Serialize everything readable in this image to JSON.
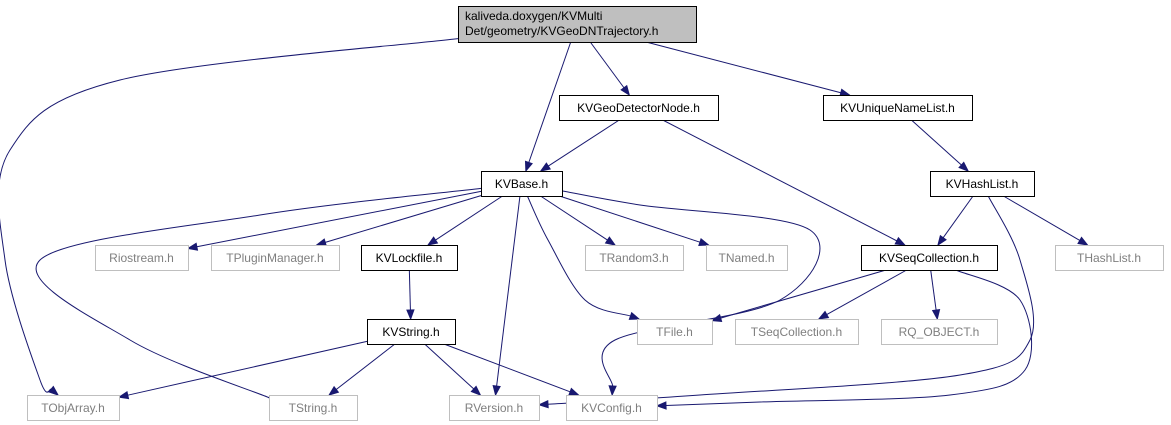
{
  "graph": {
    "nodes": [
      {
        "id": "root",
        "lines": [
          "kaliveda.doxygen/KVMulti",
          "Det/geometry/KVGeoDNTrajectory.h"
        ],
        "style": "root"
      },
      {
        "id": "geodet",
        "lines": [
          "KVGeoDetectorNode.h"
        ],
        "style": "documented"
      },
      {
        "id": "uniq",
        "lines": [
          "KVUniqueNameList.h"
        ],
        "style": "documented"
      },
      {
        "id": "kvbase",
        "lines": [
          "KVBase.h"
        ],
        "style": "documented"
      },
      {
        "id": "hashlist",
        "lines": [
          "KVHashList.h"
        ],
        "style": "documented"
      },
      {
        "id": "riostream",
        "lines": [
          "Riostream.h"
        ],
        "style": "external"
      },
      {
        "id": "tplugin",
        "lines": [
          "TPluginManager.h"
        ],
        "style": "external"
      },
      {
        "id": "lockfile",
        "lines": [
          "KVLockfile.h"
        ],
        "style": "documented"
      },
      {
        "id": "trandom3",
        "lines": [
          "TRandom3.h"
        ],
        "style": "external"
      },
      {
        "id": "tnamed",
        "lines": [
          "TNamed.h"
        ],
        "style": "external"
      },
      {
        "id": "seqcoll",
        "lines": [
          "KVSeqCollection.h"
        ],
        "style": "documented"
      },
      {
        "id": "thashlist",
        "lines": [
          "THashList.h"
        ],
        "style": "external"
      },
      {
        "id": "kvstring",
        "lines": [
          "KVString.h"
        ],
        "style": "documented"
      },
      {
        "id": "tfile",
        "lines": [
          "TFile.h"
        ],
        "style": "external"
      },
      {
        "id": "tseqcoll",
        "lines": [
          "TSeqCollection.h"
        ],
        "style": "external"
      },
      {
        "id": "rqobject",
        "lines": [
          "RQ_OBJECT.h"
        ],
        "style": "external"
      },
      {
        "id": "tobjarray",
        "lines": [
          "TObjArray.h"
        ],
        "style": "external"
      },
      {
        "id": "tstring",
        "lines": [
          "TString.h"
        ],
        "style": "external"
      },
      {
        "id": "rversion",
        "lines": [
          "RVersion.h"
        ],
        "style": "external"
      },
      {
        "id": "kvconfig",
        "lines": [
          "KVConfig.h"
        ],
        "style": "external"
      }
    ],
    "edges": [
      {
        "from": "root",
        "to": "geodet"
      },
      {
        "from": "root",
        "to": "uniq"
      },
      {
        "from": "root",
        "to": "kvbase"
      },
      {
        "from": "root",
        "to": "tobjarray"
      },
      {
        "from": "geodet",
        "to": "kvbase"
      },
      {
        "from": "geodet",
        "to": "seqcoll"
      },
      {
        "from": "uniq",
        "to": "hashlist"
      },
      {
        "from": "kvbase",
        "to": "riostream"
      },
      {
        "from": "kvbase",
        "to": "tplugin"
      },
      {
        "from": "kvbase",
        "to": "lockfile"
      },
      {
        "from": "kvbase",
        "to": "trandom3"
      },
      {
        "from": "kvbase",
        "to": "tnamed"
      },
      {
        "from": "kvbase",
        "to": "tfile"
      },
      {
        "from": "kvbase",
        "to": "tstring"
      },
      {
        "from": "kvbase",
        "to": "rversion"
      },
      {
        "from": "kvbase",
        "to": "kvconfig"
      },
      {
        "from": "hashlist",
        "to": "seqcoll"
      },
      {
        "from": "hashlist",
        "to": "thashlist"
      },
      {
        "from": "hashlist",
        "to": "rversion"
      },
      {
        "from": "lockfile",
        "to": "kvstring"
      },
      {
        "from": "seqcoll",
        "to": "tfile"
      },
      {
        "from": "seqcoll",
        "to": "tseqcoll"
      },
      {
        "from": "seqcoll",
        "to": "rqobject"
      },
      {
        "from": "seqcoll",
        "to": "kvconfig"
      },
      {
        "from": "kvstring",
        "to": "tobjarray"
      },
      {
        "from": "kvstring",
        "to": "tstring"
      },
      {
        "from": "kvstring",
        "to": "rversion"
      },
      {
        "from": "kvstring",
        "to": "kvconfig"
      }
    ],
    "colors": {
      "edge": "#191970",
      "root_fill": "#bfbfbf",
      "root_stroke": "#000000",
      "documented_stroke": "#000000",
      "external_stroke": "#bfbfbf",
      "documented_text": "#000000",
      "external_text": "#7f7f7f"
    }
  }
}
